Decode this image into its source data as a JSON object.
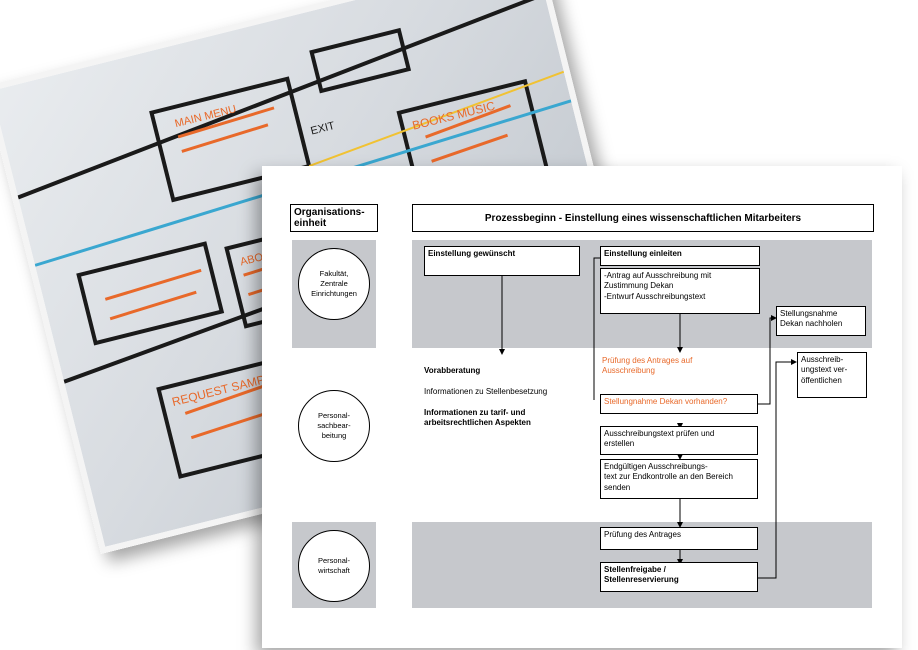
{
  "photo": {
    "sketch_texts": [
      "MAIN MENU",
      "REQUEST SAMPLE DVD ...",
      "BOOKS MUSIC",
      "ABOUT",
      "EXIT"
    ]
  },
  "slide": {
    "header_org": "Organisations-\neinheit",
    "header_title": "Prozessbeginn - Einstellung eines wissenschaftlichen Mitarbeiters",
    "roles": [
      "Fakultät,\nZentrale\nEinrichtungen",
      "Personal-\nsachbear-\nbeitung",
      "Personal-\nwirtschaft"
    ],
    "boxes": {
      "einstellung_gewuenscht": "Einstellung gewünscht",
      "einstellung_einleiten": "Einstellung einleiten",
      "antrag": "-Antrag auf Ausschreibung mit\nZustimmung Dekan\n-Entwurf Ausschreibungstext",
      "stellungnahme_nachholen": "Stellungsnahme\nDekan nachholen",
      "pruefung_antrag": "Prüfung des Antrages auf\nAusschreibung",
      "stellungnahme_vorhanden": "Stellungnahme Dekan vorhanden?",
      "ausschreibungstext_pruefen": "Ausschreibungstext prüfen und\nerstellen",
      "endgueltigen": "Endgültigen Ausschreibungs-\ntext zur Endkontrolle an den Bereich\nsenden",
      "ausschreibungstext_veroeffentlichen": "Ausschreib-\nungstext ver-\nöffentlichen",
      "pruefung_des_antrages": "Prüfung des Antrages",
      "stellenfreigabe": "Stellenfreigabe /\nStellenreservierung"
    },
    "vorabberatung": {
      "title": "Vorabberatung",
      "line1": "Informationen zu Stellenbesetzung",
      "line2": "Informationen zu tarif- und\narbeitsrechtlichen Aspekten"
    },
    "colors": {
      "band": "#c6c8cc",
      "accent_orange": "#e8692a"
    }
  }
}
